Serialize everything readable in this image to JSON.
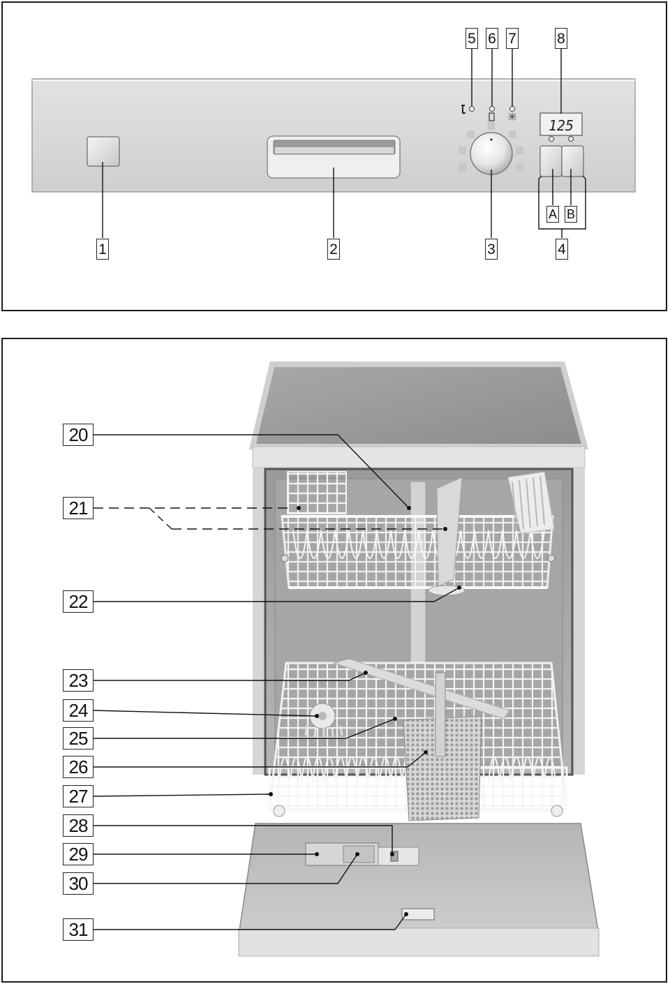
{
  "top_panel": {
    "display_value": "125",
    "callouts": {
      "c1": "1",
      "c2": "2",
      "c3": "3",
      "c4": "4",
      "c5": "5",
      "c6": "6",
      "c7": "7",
      "c8": "8",
      "cA": "A",
      "cB": "B"
    }
  },
  "bottom_panel": {
    "callouts": {
      "c20": "20",
      "c21": "21",
      "c22": "22",
      "c23": "23",
      "c24": "24",
      "c25": "25",
      "c26": "26",
      "c27": "27",
      "c28": "28",
      "c29": "29",
      "c30": "30",
      "c31": "31"
    }
  },
  "icons": [
    "salt-indicator-icon",
    "rinse-aid-indicator-icon",
    "end-of-cycle-indicator-icon"
  ]
}
